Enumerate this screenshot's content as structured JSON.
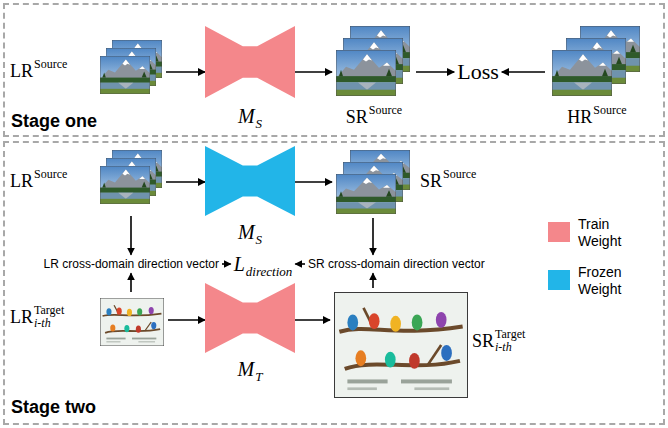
{
  "diagram": {
    "nodes": [
      {
        "text": [
          "Stage one"
        ]
      },
      {
        "text": [
          "LR",
          "Source"
        ],
        "in": 0
      },
      {
        "text": [
          "M",
          "S"
        ],
        "in": 0
      },
      {
        "text": [
          "SR",
          "Source"
        ],
        "in": 0
      },
      {
        "text": [
          "Loss"
        ],
        "in": 0
      },
      {
        "text": [
          "HR",
          "Source"
        ],
        "in": 0
      },
      {
        "text": [
          "Stage two"
        ]
      },
      {
        "text": [
          "LR",
          "Source"
        ],
        "in": 6
      },
      {
        "text": [
          "M",
          "S"
        ],
        "in": 6
      },
      {
        "text": [
          "SR",
          "Source"
        ],
        "in": 6
      },
      {
        "text": [
          "LR cross-domain direction vector"
        ],
        "in": 6
      },
      {
        "text": [
          "L",
          "direction"
        ],
        "in": 6
      },
      {
        "text": [
          "SR cross-domain direction vector"
        ],
        "in": 6
      },
      {
        "text": [
          "LR",
          "Target",
          "i-th"
        ],
        "in": 6
      },
      {
        "text": [
          "M",
          "T"
        ],
        "in": 6
      },
      {
        "text": [
          "SR",
          "Target",
          "i-th"
        ],
        "in": 6
      }
    ],
    "edges": [
      {
        "from": 1,
        "to": 2,
        "arrow": "to"
      },
      {
        "from": 2,
        "to": 3,
        "arrow": "to"
      },
      {
        "from": 3,
        "to": 4,
        "arrow": "to"
      },
      {
        "from": 5,
        "to": 4,
        "arrow": "to"
      },
      {
        "from": 7,
        "to": 8,
        "arrow": "to"
      },
      {
        "from": 8,
        "to": 9,
        "arrow": "to"
      },
      {
        "from": 7,
        "to": 10,
        "arrow": "to"
      },
      {
        "from": 10,
        "to": 11,
        "arrow": "to"
      },
      {
        "from": 12,
        "to": 11,
        "arrow": "to"
      },
      {
        "from": 9,
        "to": 12,
        "arrow": "to"
      },
      {
        "from": 13,
        "to": 10,
        "arrow": "to"
      },
      {
        "from": 13,
        "to": 14,
        "arrow": "to"
      },
      {
        "from": 14,
        "to": 15,
        "arrow": "to"
      },
      {
        "from": 15,
        "to": 12,
        "arrow": "to"
      }
    ],
    "legend": [
      {
        "text": "Train Weight",
        "color": "#f4878b"
      },
      {
        "text": "Frozen Weight",
        "color": "#22b5e8"
      }
    ]
  }
}
